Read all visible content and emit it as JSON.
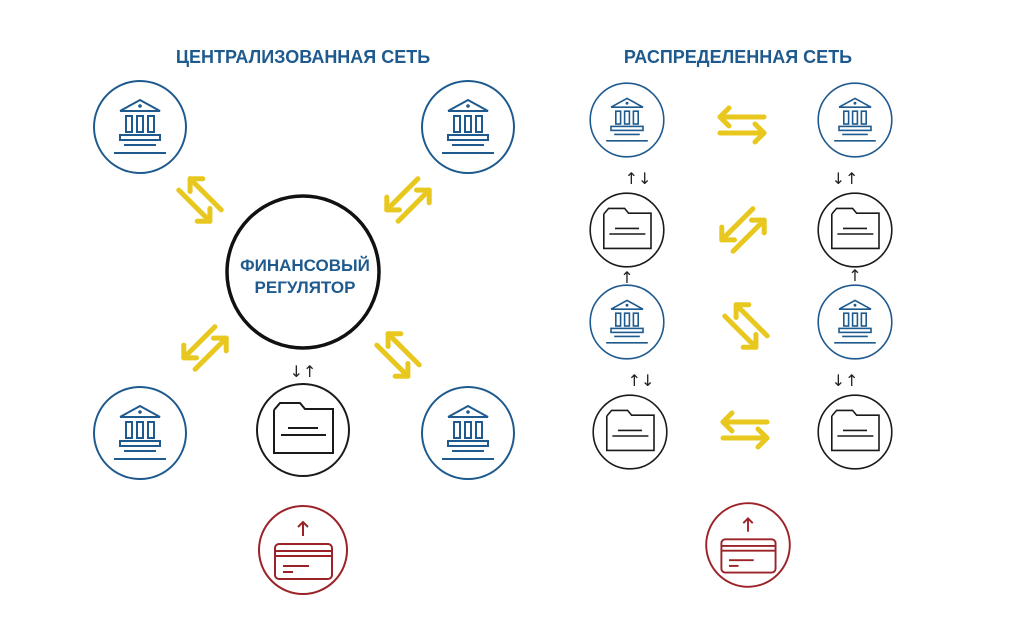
{
  "centralized": {
    "title": "ЦЕНТРАЛИЗОВАННАЯ СЕТЬ",
    "regulator_line1": "ФИНАНСОВЫЙ",
    "regulator_line2": "РЕГУЛЯТОР",
    "ledger_arrows": "↓↑"
  },
  "distributed": {
    "title": "РАСПРЕДЕЛЕННАЯ СЕТЬ",
    "arrows": [
      "↑↓",
      "↓↑",
      "↑",
      "↑",
      "↑↓",
      "↓↑"
    ]
  },
  "colors": {
    "blue": "#1f5a8e",
    "yellow": "#e8c81e",
    "red": "#9b2226",
    "black": "#1a1a1a"
  }
}
